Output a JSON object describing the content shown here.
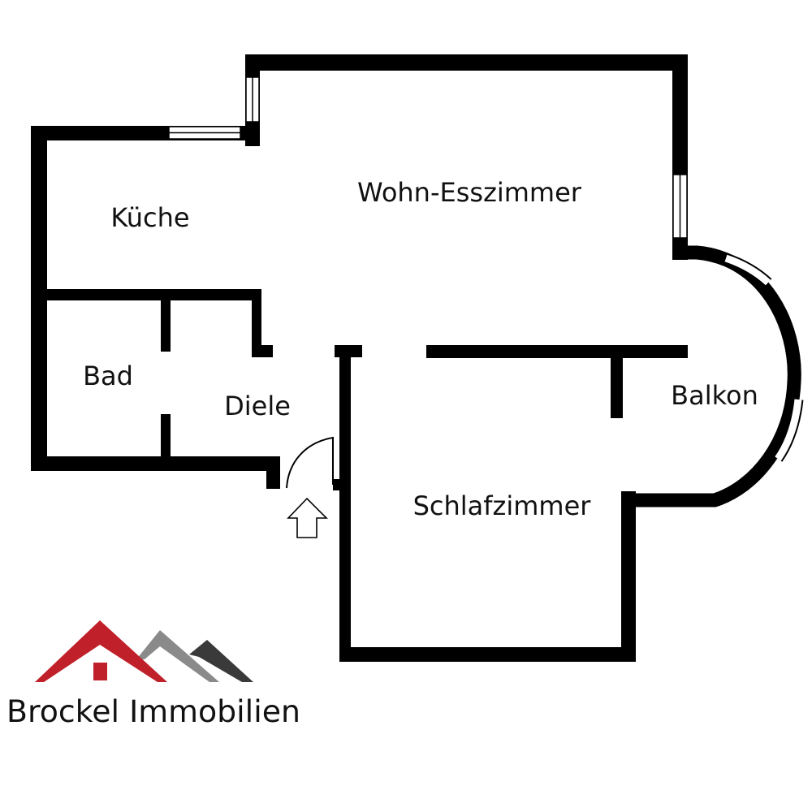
{
  "rooms": {
    "wohn": "Wohn-Esszimmer",
    "kueche": "Küche",
    "bad": "Bad",
    "diele": "Diele",
    "balkon": "Balkon",
    "schlaf": "Schlafzimmer"
  },
  "logo": {
    "text": "Brockel Immobilien",
    "colors": {
      "red": "#c0202a",
      "gray": "#8a8a8a",
      "dark": "#3a3a3a"
    }
  },
  "icons": {
    "entrance": "arrow-up-icon",
    "door": "door-swing-icon"
  }
}
